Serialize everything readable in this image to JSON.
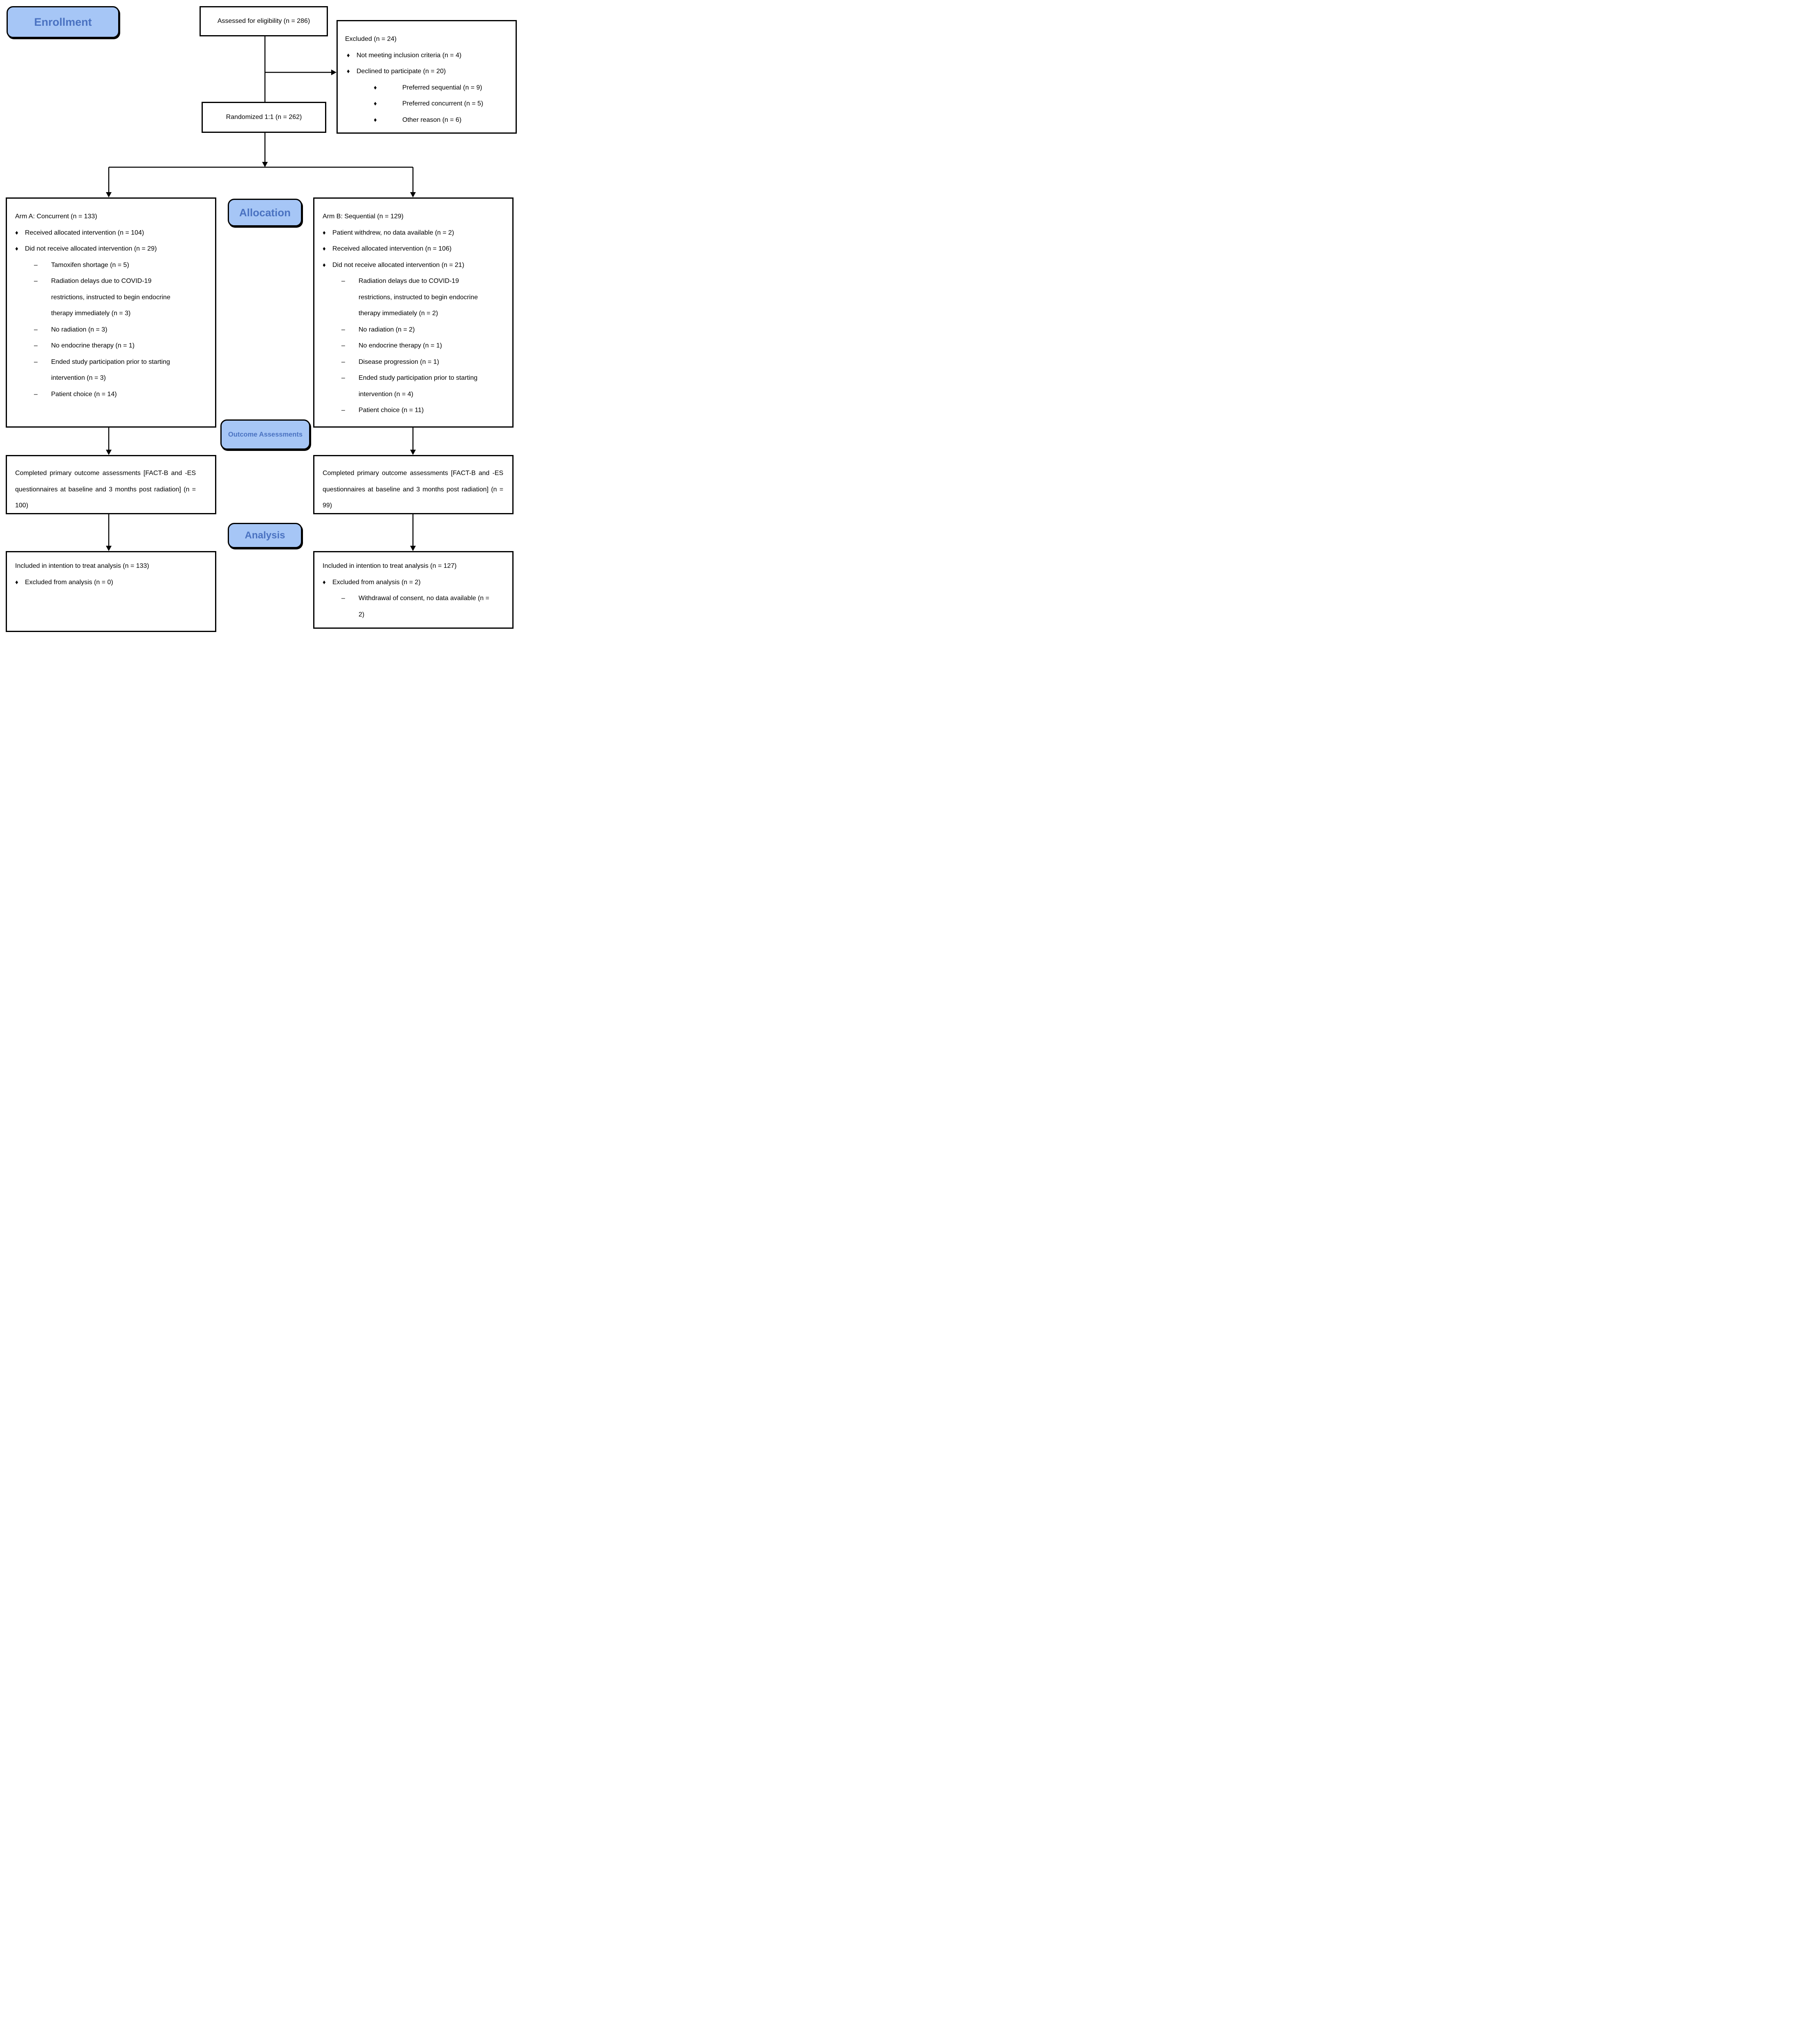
{
  "labels": {
    "enrollment": "Enrollment",
    "allocation": "Allocation",
    "outcome_assessments": "Outcome Assessments",
    "analysis": "Analysis"
  },
  "icons": {
    "diamond": "♦",
    "dash": "–"
  },
  "colors": {
    "pill_fill": "#a6c6f6",
    "pill_text": "#4a72c1",
    "border": "#000000"
  },
  "boxes": {
    "assessed": {
      "text": "Assessed for eligibility (n = 286)"
    },
    "excluded": {
      "title": "Excluded (n = 24)",
      "items": [
        {
          "level": 1,
          "bullet": "diamond",
          "text": "Not meeting inclusion criteria (n = 4)"
        },
        {
          "level": 1,
          "bullet": "diamond",
          "text": "Declined to participate (n = 20)"
        },
        {
          "level": 2,
          "bullet": "diamond",
          "text": "Preferred sequential (n = 9)"
        },
        {
          "level": 2,
          "bullet": "diamond",
          "text": "Preferred concurrent (n = 5)"
        },
        {
          "level": 2,
          "bullet": "diamond",
          "text": "Other reason (n = 6)"
        }
      ]
    },
    "randomized": {
      "text": "Randomized 1:1 (n = 262)"
    },
    "arm_a": {
      "title": "Arm A: Concurrent (n = 133)",
      "items": [
        {
          "level": 1,
          "bullet": "diamond",
          "text": "Received allocated intervention (n = 104)"
        },
        {
          "level": 1,
          "bullet": "diamond",
          "text": "Did not receive allocated intervention (n = 29)"
        },
        {
          "level": 2,
          "bullet": "dash",
          "text": "Tamoxifen shortage (n = 5)"
        },
        {
          "level": 2,
          "bullet": "dash",
          "text": "Radiation delays due to COVID-19 restrictions, instructed to begin endocrine therapy immediately (n = 3)"
        },
        {
          "level": 2,
          "bullet": "dash",
          "text": "No radiation (n = 3)"
        },
        {
          "level": 2,
          "bullet": "dash",
          "text": "No endocrine therapy (n = 1)"
        },
        {
          "level": 2,
          "bullet": "dash",
          "text": "Ended study participation prior to starting intervention (n = 3)"
        },
        {
          "level": 2,
          "bullet": "dash",
          "text": "Patient choice (n = 14)"
        }
      ]
    },
    "arm_b": {
      "title": "Arm B: Sequential (n = 129)",
      "items": [
        {
          "level": 1,
          "bullet": "diamond",
          "text": "Patient withdrew, no data available (n = 2)"
        },
        {
          "level": 1,
          "bullet": "diamond",
          "text": "Received allocated intervention (n = 106)"
        },
        {
          "level": 1,
          "bullet": "diamond",
          "text": "Did not receive allocated intervention (n = 21)"
        },
        {
          "level": 2,
          "bullet": "dash",
          "text": "Radiation delays due to COVID-19 restrictions, instructed to begin endocrine therapy immediately (n = 2)"
        },
        {
          "level": 2,
          "bullet": "dash",
          "text": "No radiation (n = 2)"
        },
        {
          "level": 2,
          "bullet": "dash",
          "text": "No endocrine therapy (n = 1)"
        },
        {
          "level": 2,
          "bullet": "dash",
          "text": "Disease progression (n = 1)"
        },
        {
          "level": 2,
          "bullet": "dash",
          "text": "Ended study participation prior to starting intervention (n = 4)"
        },
        {
          "level": 2,
          "bullet": "dash",
          "text": "Patient choice (n = 11)"
        }
      ]
    },
    "outcome_a": {
      "text": "Completed primary outcome assessments [FACT-B and -ES questionnaires at baseline and 3 months post radiation] (n = 100)"
    },
    "outcome_b": {
      "text": "Completed primary outcome assessments [FACT-B and -ES questionnaires at baseline and 3 months post radiation] (n = 99)"
    },
    "itt_a": {
      "title": "Included in intention to treat analysis (n = 133)",
      "items": [
        {
          "level": 1,
          "bullet": "diamond",
          "text": "Excluded from analysis (n = 0)"
        }
      ]
    },
    "itt_b": {
      "title": "Included in intention to treat analysis (n = 127)",
      "items": [
        {
          "level": 1,
          "bullet": "diamond",
          "text": "Excluded from analysis (n = 2)"
        },
        {
          "level": 2,
          "bullet": "dash",
          "text": "Withdrawal of consent, no data available (n = 2)"
        }
      ]
    }
  }
}
